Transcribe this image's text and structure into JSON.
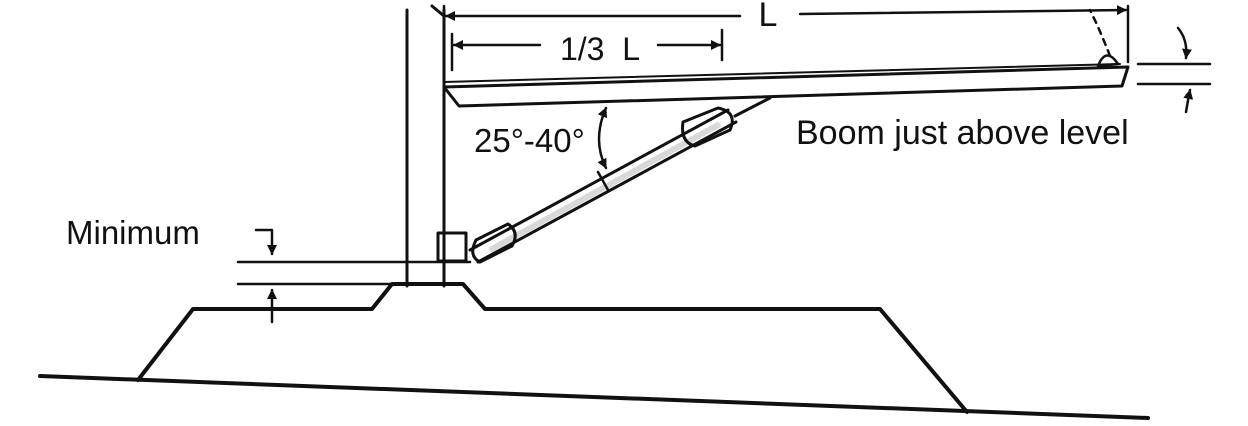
{
  "labels": {
    "boom_length": "L",
    "one_third": "1/3  L",
    "angle": "25°-40°",
    "boom_level": "Boom just above level",
    "minimum": "Minimum"
  },
  "colors": {
    "ink": "#111111",
    "background": "#ffffff",
    "strut_fill": "#d9d9d9"
  }
}
